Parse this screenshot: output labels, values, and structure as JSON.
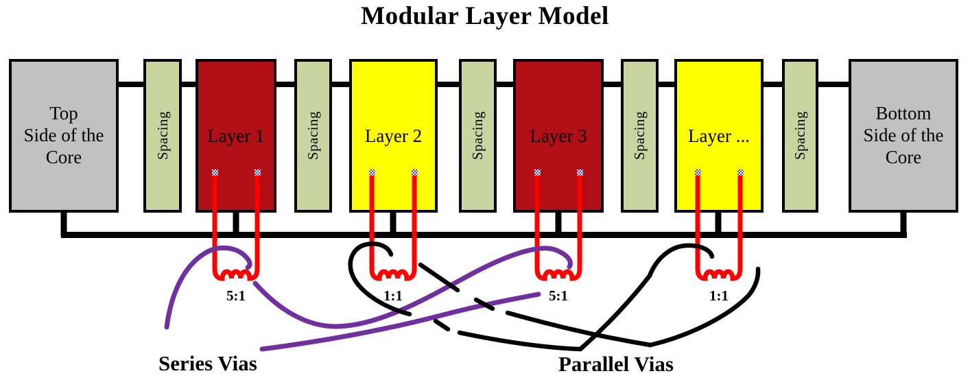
{
  "title": "Modular Layer Model",
  "colors": {
    "layer_red": "#b00f15",
    "layer_yellow": "#ffff00",
    "spacing_green": "#c8d5a0",
    "core_gray": "#c1c1c1",
    "via_red": "#ff0000",
    "series_purple": "#7030a0",
    "annotation_black": "#000000"
  },
  "boxes": [
    {
      "label": "Top\nSide of the\nCore",
      "type": "core"
    },
    {
      "label": "Spacing",
      "type": "spacing"
    },
    {
      "label": "Layer 1",
      "type": "layer-red"
    },
    {
      "label": "Spacing",
      "type": "spacing"
    },
    {
      "label": "Layer 2",
      "type": "layer-yellow"
    },
    {
      "label": "Spacing",
      "type": "spacing"
    },
    {
      "label": "Layer 3",
      "type": "layer-red"
    },
    {
      "label": "Spacing",
      "type": "spacing"
    },
    {
      "label": "Layer ...",
      "type": "layer-yellow"
    },
    {
      "label": "Spacing",
      "type": "spacing"
    },
    {
      "label": "Bottom\nSide of the\nCore",
      "type": "core"
    }
  ],
  "vias": [
    {
      "layer": "Layer 1",
      "ratio": "5:1"
    },
    {
      "layer": "Layer 2",
      "ratio": "1:1"
    },
    {
      "layer": "Layer 3",
      "ratio": "5:1"
    },
    {
      "layer": "Layer ...",
      "ratio": "1:1"
    }
  ],
  "annotations": {
    "series_label": "Series Vias",
    "parallel_label": "Parallel Vias"
  }
}
